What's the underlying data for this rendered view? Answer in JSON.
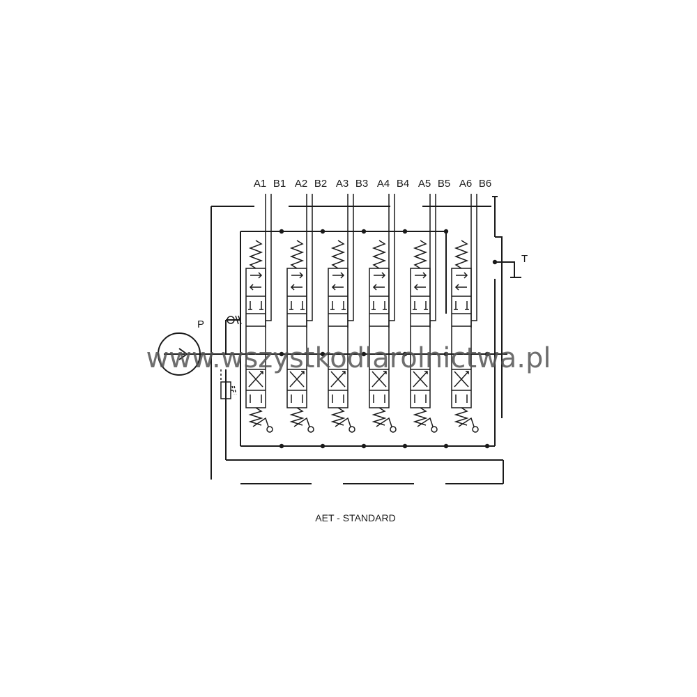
{
  "diagram": {
    "port_labels": [
      "A1",
      "B1",
      "A2",
      "B2",
      "A3",
      "B3",
      "A4",
      "B4",
      "A5",
      "B5",
      "A6",
      "B6"
    ],
    "pump_label": "P",
    "tank_label": "T",
    "caption": "AET - STANDARD",
    "sections_count": 6
  },
  "watermark": "www.wszystkodlarolnictwa.pl",
  "colors": {
    "line": "#1a1a1a",
    "background": "#ffffff",
    "watermark": "#555555"
  }
}
